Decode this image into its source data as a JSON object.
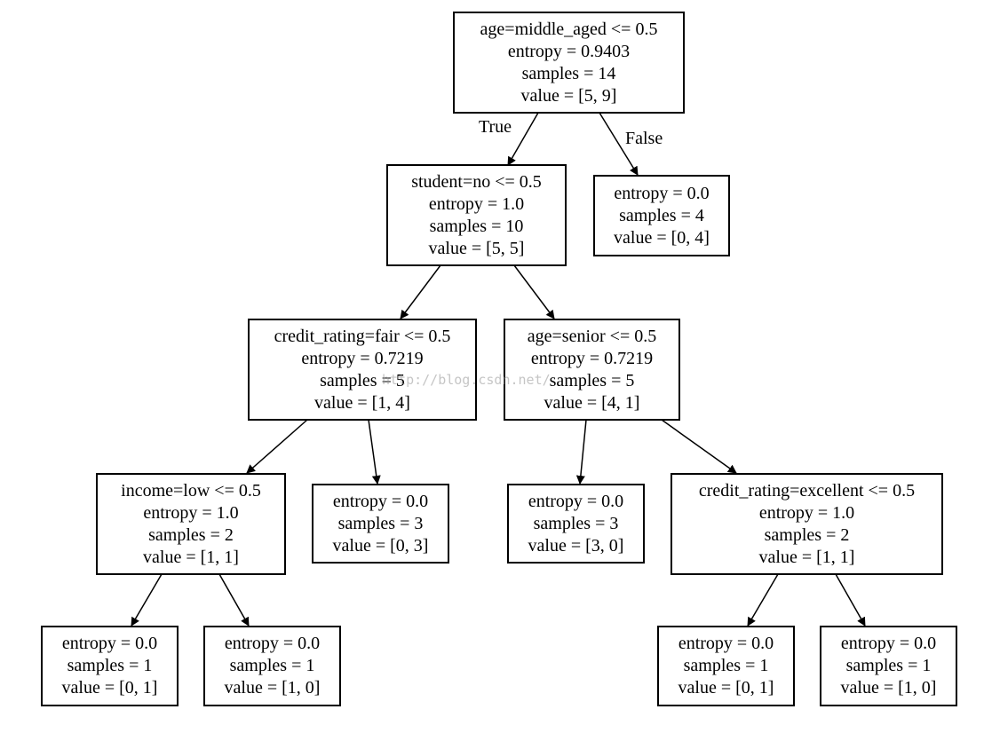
{
  "nodes": {
    "root": {
      "lines": [
        "age=middle_aged <= 0.5",
        "entropy = 0.9403",
        "samples = 14",
        "value = [5, 9]"
      ]
    },
    "n_student": {
      "lines": [
        "student=no <= 0.5",
        "entropy = 1.0",
        "samples = 10",
        "value = [5, 5]"
      ]
    },
    "leaf_r1": {
      "lines": [
        "entropy = 0.0",
        "samples = 4",
        "value = [0, 4]"
      ]
    },
    "n_credit_fair": {
      "lines": [
        "credit_rating=fair <= 0.5",
        "entropy = 0.7219",
        "samples = 5",
        "value = [1, 4]"
      ]
    },
    "n_age_senior": {
      "lines": [
        "age=senior <= 0.5",
        "entropy = 0.7219",
        "samples = 5",
        "value = [4, 1]"
      ]
    },
    "n_income_low": {
      "lines": [
        "income=low <= 0.5",
        "entropy = 1.0",
        "samples = 2",
        "value = [1, 1]"
      ]
    },
    "leaf_cf_right": {
      "lines": [
        "entropy = 0.0",
        "samples = 3",
        "value = [0, 3]"
      ]
    },
    "leaf_as_left": {
      "lines": [
        "entropy = 0.0",
        "samples = 3",
        "value = [3, 0]"
      ]
    },
    "n_credit_exc": {
      "lines": [
        "credit_rating=excellent <= 0.5",
        "entropy = 1.0",
        "samples = 2",
        "value = [1, 1]"
      ]
    },
    "leaf_il_left": {
      "lines": [
        "entropy = 0.0",
        "samples = 1",
        "value = [0, 1]"
      ]
    },
    "leaf_il_right": {
      "lines": [
        "entropy = 0.0",
        "samples = 1",
        "value = [1, 0]"
      ]
    },
    "leaf_ce_left": {
      "lines": [
        "entropy = 0.0",
        "samples = 1",
        "value = [0, 1]"
      ]
    },
    "leaf_ce_right": {
      "lines": [
        "entropy = 0.0",
        "samples = 1",
        "value = [1, 0]"
      ]
    }
  },
  "edges": [
    {
      "from": "root",
      "to": "n_student",
      "label": "True"
    },
    {
      "from": "root",
      "to": "leaf_r1",
      "label": "False"
    },
    {
      "from": "n_student",
      "to": "n_credit_fair"
    },
    {
      "from": "n_student",
      "to": "n_age_senior"
    },
    {
      "from": "n_credit_fair",
      "to": "n_income_low"
    },
    {
      "from": "n_credit_fair",
      "to": "leaf_cf_right"
    },
    {
      "from": "n_age_senior",
      "to": "leaf_as_left"
    },
    {
      "from": "n_age_senior",
      "to": "n_credit_exc"
    },
    {
      "from": "n_income_low",
      "to": "leaf_il_left"
    },
    {
      "from": "n_income_low",
      "to": "leaf_il_right"
    },
    {
      "from": "n_credit_exc",
      "to": "leaf_ce_left"
    },
    {
      "from": "n_credit_exc",
      "to": "leaf_ce_right"
    }
  ],
  "watermark": "http://blog.csdn.net/"
}
